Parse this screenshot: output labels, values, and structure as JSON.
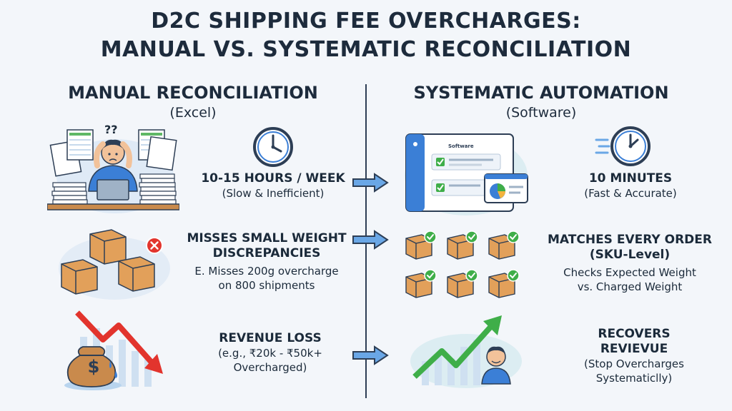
{
  "title": {
    "line1": "D2C SHIPPING FEE OVERCHARGES:",
    "line2": "MANUAL VS. SYSTEMATIC RECONCILIATION"
  },
  "left": {
    "heading": "MANUAL RECONCILIATION",
    "subheading": "(Excel)",
    "confused_mark": "?",
    "rows": [
      {
        "heading": "10-15 HOURS / WEEK",
        "detail": "(Slow & Inefficient)"
      },
      {
        "heading_line1": "MISSES SMALL WEIGHT",
        "heading_line2": "DISCREPANCIES",
        "detail_line1": "E. Misses 200g overcharge",
        "detail_line2": "on 800 shipments"
      },
      {
        "heading": "REVENUE LOSS",
        "detail_line1": "(e.g., ₹20k - ₹50k+",
        "detail_line2": "Overcharged)"
      }
    ],
    "money_symbol": "$"
  },
  "right": {
    "heading": "SYSTEMATIC AUTOMATION",
    "subheading": "(Software)",
    "software_window_label": "Software",
    "rows": [
      {
        "heading": "10 MINUTES",
        "detail": "(Fast & Accurate)"
      },
      {
        "heading_line1": "MATCHES EVERY ORDER",
        "heading_line2": "(SKU-Level)",
        "detail_line1": "Checks Expected Weight",
        "detail_line2": "vs. Charged Weight"
      },
      {
        "heading_line1": "RECOVERS",
        "heading_line2": "REVIEVUE",
        "detail_line1": "(Stop Overcharges",
        "detail_line2": "Systematiclly)"
      }
    ]
  },
  "colors": {
    "accent_blue": "#3b7fd6",
    "success_green": "#3fae49",
    "loss_red": "#e2342d",
    "box_tan": "#e2a05a",
    "divider": "#2d3e55"
  }
}
